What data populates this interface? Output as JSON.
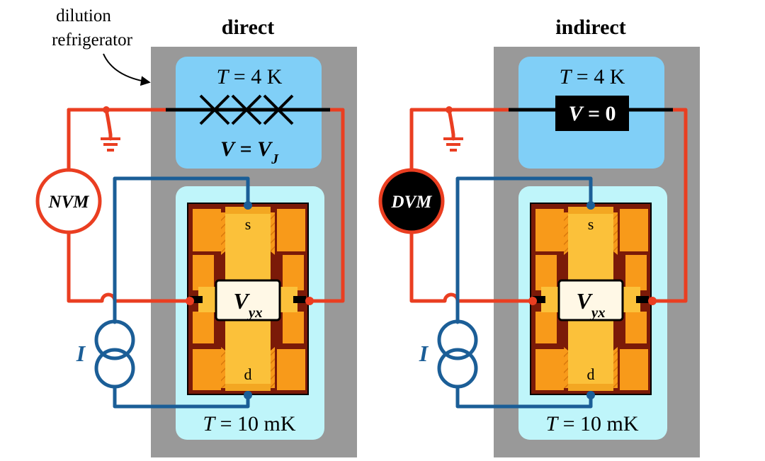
{
  "annotation": {
    "line1": "dilution",
    "line2": "refrigerator"
  },
  "panels": [
    {
      "id": "direct",
      "title": "direct",
      "top_label": {
        "var": "T",
        "rest": " = 4 K"
      },
      "element_kind": "josephson-array",
      "element_label": {
        "var": "V",
        "eq": " = ",
        "var2": "V",
        "sub": "J"
      },
      "meter_label": "NVM",
      "meter_style": "open",
      "sample_label": {
        "var": "V",
        "sub": "yx"
      },
      "source_label": "s",
      "drain_label": "d",
      "current_label": "I",
      "bottom_label": {
        "var": "T",
        "rest": " = 10 mK"
      }
    },
    {
      "id": "indirect",
      "title": "indirect",
      "top_label": {
        "var": "T",
        "rest": " = 4 K"
      },
      "element_kind": "box",
      "element_label": {
        "var": "V",
        "eq": " = 0"
      },
      "meter_label": "DVM",
      "meter_style": "filled",
      "sample_label": {
        "var": "V",
        "sub": "yx"
      },
      "source_label": "s",
      "drain_label": "d",
      "current_label": "I",
      "bottom_label": {
        "var": "T",
        "rest": " = 10 mK"
      }
    }
  ],
  "colors": {
    "cryostat_gray": "#999999",
    "stage_4k": "#80cff7",
    "stage_mk": "#bff5fa",
    "wire_red": "#ea3e21",
    "wire_blue": "#1b5e97",
    "chip_orange": "#f89a1a",
    "chip_gold": "#fbc13a",
    "chip_dark": "#7b1a08",
    "sample_fill": "#fff8e6"
  }
}
